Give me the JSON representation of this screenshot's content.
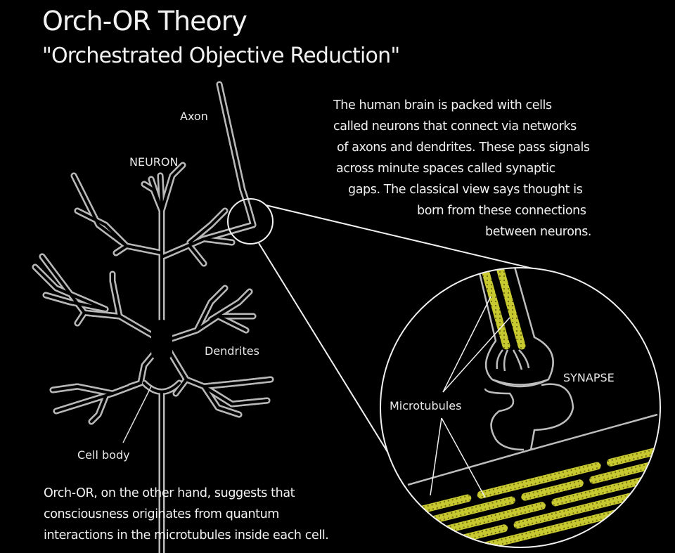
{
  "title": "Orch-OR Theory",
  "subtitle": "\"Orchestrated Objective Reduction\"",
  "labels": {
    "axon": "Axon",
    "neuron": "NEURON",
    "dendrites": "Dendrites",
    "cell_body": "Cell body",
    "microtubules": "Microtubules",
    "synapse": "SYNAPSE"
  },
  "intro_lines": [
    "The human brain is packed with cells",
    "called neurons that connect via networks",
    "of axons and dendrites. These pass signals",
    "across minute spaces called synaptic",
    "gaps. The classical view says thought is",
    "born from these connections",
    "between neurons."
  ],
  "orch_lines": [
    "Orch-OR, on the other hand, suggests that",
    "consciousness originates from quantum",
    "interactions in the microtubules inside each cell."
  ],
  "colors": {
    "background": "#000000",
    "outline": "#b8b8b8",
    "microtubule": "#c8c830",
    "text": "#f2f2f2"
  }
}
